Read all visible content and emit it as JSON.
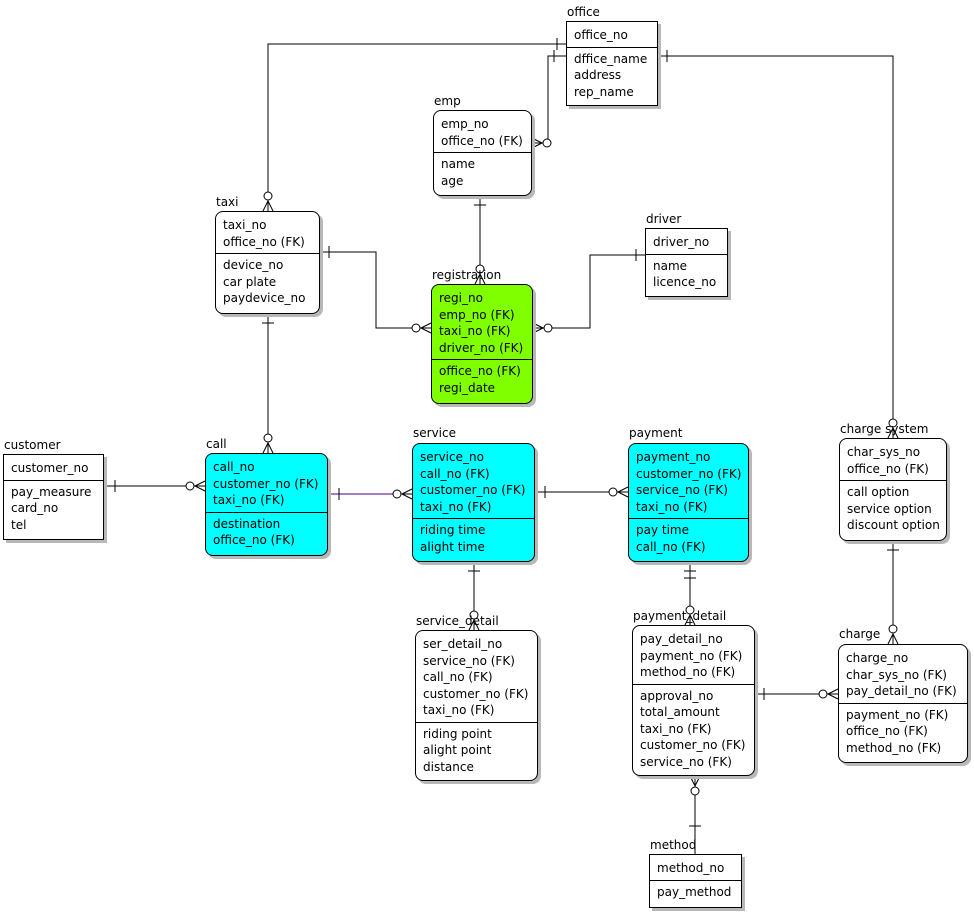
{
  "entities": {
    "office": {
      "name": "office",
      "keys": [
        "office_no"
      ],
      "attrs": [
        "dffice_name",
        "address",
        "rep_name"
      ]
    },
    "emp": {
      "name": "emp",
      "keys": [
        "emp_no",
        "office_no (FK)"
      ],
      "attrs": [
        "name",
        "age"
      ]
    },
    "taxi": {
      "name": "taxi",
      "keys": [
        "taxi_no",
        "office_no (FK)"
      ],
      "attrs": [
        "device_no",
        "car plate",
        "paydevice_no"
      ]
    },
    "driver": {
      "name": "driver",
      "keys": [
        "driver_no"
      ],
      "attrs": [
        "name",
        "licence_no"
      ]
    },
    "registration": {
      "name": "registration",
      "keys": [
        "regi_no",
        "emp_no (FK)",
        "taxi_no (FK)",
        "driver_no (FK)"
      ],
      "attrs": [
        "office_no (FK)",
        "regi_date"
      ]
    },
    "customer": {
      "name": "customer",
      "keys": [
        "customer_no"
      ],
      "attrs": [
        "pay_measure",
        "card_no",
        "tel"
      ]
    },
    "call": {
      "name": "call",
      "keys": [
        "call_no",
        "customer_no (FK)",
        "taxi_no (FK)"
      ],
      "attrs": [
        "destination",
        "office_no (FK)"
      ]
    },
    "service": {
      "name": "service",
      "keys": [
        "service_no",
        "call_no (FK)",
        "customer_no (FK)",
        "taxi_no (FK)"
      ],
      "attrs": [
        "riding time",
        "alight time"
      ]
    },
    "payment": {
      "name": "payment",
      "keys": [
        "payment_no",
        "customer_no (FK)",
        "service_no (FK)",
        "taxi_no (FK)"
      ],
      "attrs": [
        "pay time",
        "call_no (FK)"
      ]
    },
    "charge_system": {
      "name": "charge system",
      "keys": [
        "char_sys_no",
        "office_no (FK)"
      ],
      "attrs": [
        "call option",
        "service option",
        "discount option"
      ]
    },
    "service_detail": {
      "name": "service_detail",
      "keys": [
        "ser_detail_no",
        "service_no (FK)",
        "call_no (FK)",
        "customer_no (FK)",
        "taxi_no (FK)"
      ],
      "attrs": [
        "riding point",
        "alight point",
        "distance"
      ]
    },
    "payment_detail": {
      "name": "payment_detail",
      "keys": [
        "pay_detail_no",
        "payment_no (FK)",
        "method_no (FK)"
      ],
      "attrs": [
        "approval_no",
        "total_amount",
        "taxi_no (FK)",
        "customer_no (FK)",
        "service_no (FK)"
      ]
    },
    "charge": {
      "name": "charge",
      "keys": [
        "charge_no",
        "char_sys_no (FK)",
        "pay_detail_no (FK)"
      ],
      "attrs": [
        "payment_no (FK)",
        "office_no (FK)",
        "method_no (FK)"
      ]
    },
    "method": {
      "name": "method",
      "keys": [
        "method_no"
      ],
      "attrs": [
        "pay_method"
      ]
    }
  },
  "colors": {
    "highlight_green": "#80ff00",
    "highlight_cyan": "#00ffff",
    "line": "#000000",
    "call_service_line": "#400080"
  }
}
